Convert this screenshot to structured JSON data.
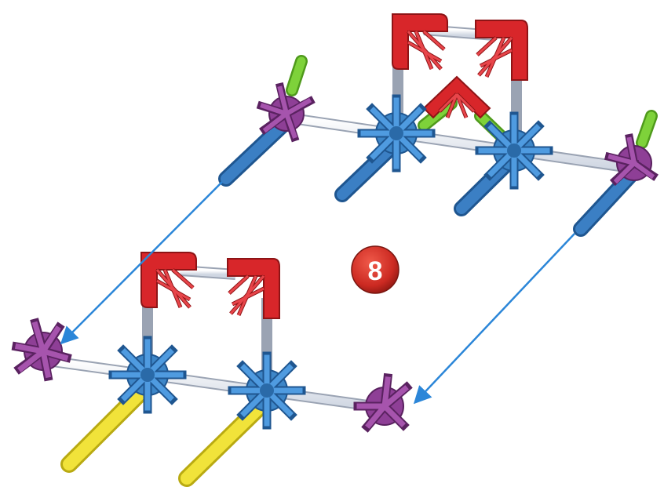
{
  "step": {
    "number": "8"
  },
  "colors": {
    "connector_red": "#d8262a",
    "connector_red_dark": "#8e1416",
    "connector_blue": "#3d86c8",
    "connector_blue_dark": "#1f5690",
    "connector_purple": "#8e3f96",
    "connector_purple_dark": "#5a2260",
    "rod_white": "#eef1f6",
    "rod_blue": "#3b7fc4",
    "rod_green": "#7ed23a",
    "rod_yellow": "#f1e33a",
    "arrow": "#2b86d8",
    "badge": "#cc2a22"
  },
  "parts": {
    "upper_assembly": [
      "purple-connector",
      "blue-connector",
      "blue-connector",
      "purple-connector",
      "red-connector",
      "red-connector",
      "red-connector",
      "blue-rod",
      "green-rod",
      "white-rod"
    ],
    "lower_assembly": [
      "purple-connector",
      "blue-connector",
      "blue-connector",
      "purple-connector",
      "red-connector",
      "red-connector",
      "yellow-rod",
      "white-rod"
    ]
  },
  "arrows": {
    "count": 2,
    "direction": "down-left"
  }
}
